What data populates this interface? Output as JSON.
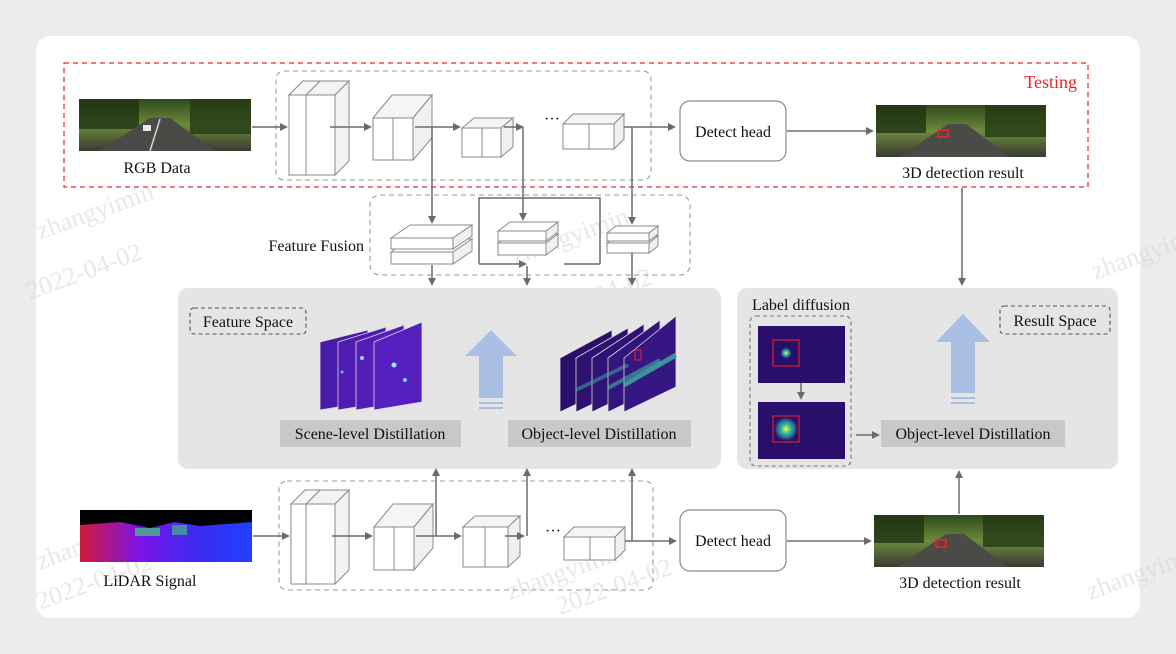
{
  "testing_label": "Testing",
  "rgb_label": "RGB Data",
  "lidar_label": "LiDAR Signal",
  "ellipsis": "···",
  "detect_head_top": "Detect head",
  "detect_head_bottom": "Detect head",
  "result_top": "3D detection result",
  "result_bottom": "3D detection result",
  "feature_fusion": "Feature Fusion",
  "feature_space": "Feature Space",
  "result_space": "Result Space",
  "label_diffusion": "Label diffusion",
  "scene_distill": "Scene-level Distillation",
  "object_distill_left": "Object-level Distillation",
  "object_distill_right": "Object-level Distillation",
  "watermarks": [
    "zhangyimin",
    "2022-04-02"
  ],
  "colors": {
    "testing_red": "#e8262a",
    "panel_gray": "#e5e5e5",
    "label_gray": "#c8c8c8",
    "arrow_gray": "#6b6b6b",
    "up_arrow_blue": "#a9bfe3"
  }
}
